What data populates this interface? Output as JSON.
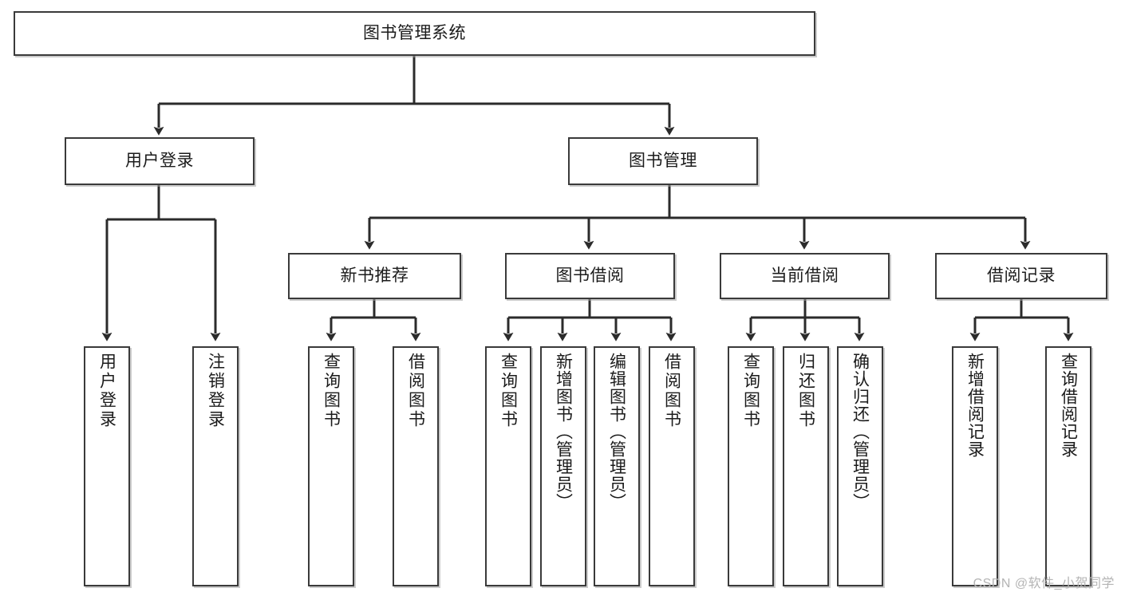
{
  "diagram": {
    "type": "tree-hierarchy-chart",
    "title": "图书管理系统",
    "background_color": "#ffffff",
    "box_border_color": "#3a3a3a",
    "connector_color": "#2b2b2b",
    "text_color": "#1b1b1b",
    "root": {
      "label": "图书管理系统"
    },
    "level2": [
      {
        "label": "用户登录"
      },
      {
        "label": "图书管理"
      }
    ],
    "level3": [
      {
        "label": "新书推荐"
      },
      {
        "label": "图书借阅"
      },
      {
        "label": "当前借阅"
      },
      {
        "label": "借阅记录"
      }
    ],
    "leaves": {
      "user_login": [
        {
          "label": "用户登录"
        },
        {
          "label": "注销登录"
        }
      ],
      "new_book_recommend": [
        {
          "label": "查询图书"
        },
        {
          "label": "借阅图书"
        }
      ],
      "book_borrow": [
        {
          "label": "查询图书"
        },
        {
          "label": "新增图书（管理员）"
        },
        {
          "label": "编辑图书（管理员）"
        },
        {
          "label": "借阅图书"
        }
      ],
      "current_borrow": [
        {
          "label": "查询图书"
        },
        {
          "label": "归还图书"
        },
        {
          "label": "确认归还（管理员）"
        }
      ],
      "borrow_record": [
        {
          "label": "新增借阅记录"
        },
        {
          "label": "查询借阅记录"
        }
      ]
    }
  },
  "watermark": {
    "text": "CSDN @软件_小贺同学"
  }
}
